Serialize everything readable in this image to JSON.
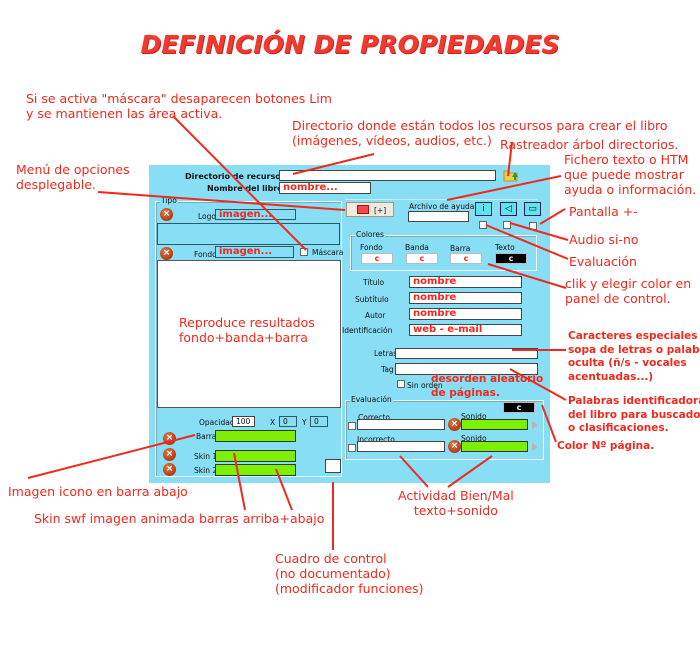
{
  "title": "DEFINICIÓN DE PROPIEDADES",
  "annotations": {
    "mascara": [
      "Si se activa \"máscara\" desaparecen botones Lim",
      "y se mantienen las área activa."
    ],
    "directorio": [
      "Directorio donde están todos los recursos para crear el libro",
      "(imágenes, vídeos, audios, etc.)"
    ],
    "rastreador": "Rastreador árbol directorios.",
    "fichero": [
      "Fichero texto o HTM",
      "que puede mostrar",
      "ayuda o información."
    ],
    "menu": [
      "Menú de opciones",
      "desplegable."
    ],
    "pantalla": "Pantalla +-",
    "audio": "Audio si-no",
    "evaluacion": "Evaluación",
    "color": [
      "clik y elegir color en",
      "panel de control."
    ],
    "reproduce": [
      "Reproduce resultados",
      "fondo+banda+barra"
    ],
    "caracteres": [
      "Caracteres especiales en",
      "sopa de letras o palabra",
      "oculta (ñ/s - vocales",
      "acentuadas...)"
    ],
    "desorden": [
      "desorden aleatorio",
      "de páginas."
    ],
    "palabras": [
      "Palabras identificadoras",
      "del libro para buscadores",
      "o clasificaciones."
    ],
    "color_pagina": "Color Nº página.",
    "imagen_icono": "Imagen icono en barra abajo",
    "skin": "Skin swf imagen animada barras arriba+abajo",
    "actividad": [
      "Actividad Bien/Mal",
      "texto+sonido"
    ],
    "cuadro": [
      "Cuadro de control",
      "(no documentado)",
      "(modificador funciones)"
    ]
  },
  "panel": {
    "directorio_label": "Directorio de recursos",
    "directorio_value": "",
    "nombre_label": "Nombre del libro",
    "nombre_value": "nombre...",
    "tipo_label": "Tipo",
    "logo_label": "Logo",
    "logo_value": "imagen...",
    "fondo_label": "Fondo",
    "fondo_value": "imagen...",
    "mascara_label": "Máscara",
    "menu_button_label": "[+]",
    "archivo_ayuda_label": "Archivo de ayuda",
    "archivo_ayuda_value": "",
    "icon_info": "i",
    "colores_label": "Colores",
    "colores": [
      {
        "label": "Fondo",
        "value": "c"
      },
      {
        "label": "Banda",
        "value": "c"
      },
      {
        "label": "Barra",
        "value": "c"
      },
      {
        "label": "Texto",
        "value": "c"
      }
    ],
    "titulo_label": "Título",
    "titulo_value": "nombre",
    "subtitulo_label": "Subtítulo",
    "subtitulo_value": "nombre",
    "autor_label": "Autor",
    "autor_value": "nombre",
    "identificacion_label": "Identificación",
    "identificacion_value": "web - e-mail",
    "letras_label": "Letras",
    "letras_value": "",
    "tag_label": "Tag",
    "tag_value": "",
    "sin_orden_label": "Sin orden",
    "opacidad_label": "Opacidad",
    "opacidad_value": "100",
    "x_label": "X",
    "x_value": "0",
    "y_label": "Y",
    "y_value": "0",
    "barra_label": "Barra",
    "skin1_label": "Skin 1",
    "skin2_label": "Skin 2",
    "evaluacion_label": "Evaluación",
    "page_color_value": "c",
    "correcto_label": "Correcto",
    "incorrecto_label": "Incorrecto",
    "sonido_label": "Sonido"
  },
  "colors": {
    "panel_bg": "#87def5",
    "annotation": "#ee2a1e",
    "green_field": "#7cf000"
  }
}
